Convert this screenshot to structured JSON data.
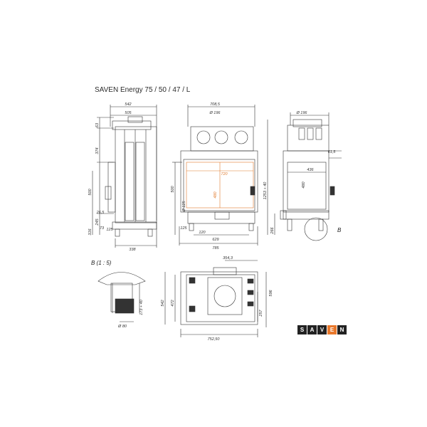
{
  "title": "SAVEN Energy 75 / 50 / 47 / L",
  "detail_label": "B (1 : 5)",
  "detail_marker": "B",
  "logo": {
    "letters": [
      "S",
      "A",
      "V",
      "E",
      "N"
    ],
    "accent_index": 3,
    "accent_color": "#e8782c",
    "base_color": "#222222"
  },
  "side_view": {
    "width_total": "542",
    "width_inner": "505",
    "top_h": "63",
    "upper_h": "374",
    "mid_h": "500",
    "low_h": "245",
    "low_h2": "316",
    "low_dim": "26,5",
    "foot_h": "73",
    "foot_w": "125",
    "depth": "338"
  },
  "front_view": {
    "width_top": "708,5",
    "flue_diam": "Ø 196",
    "glass_w": "720",
    "glass_h": "480",
    "height_500": "500",
    "inner_125": "Ø 125",
    "foot_125": "125",
    "foot_120": "120",
    "bottom_w": "629",
    "base_w": "785",
    "total_h": "1253 + 40"
  },
  "right_view": {
    "flue_diam": "Ø 196",
    "offset": "61,5",
    "door_w": "436",
    "door_h": "480",
    "low_h": "266"
  },
  "detail_b": {
    "height": "173 + 40",
    "diam": "Ø 80"
  },
  "top_view": {
    "offset": "354,3",
    "depth": "542",
    "inner_depth": "472",
    "right_depth": "596",
    "right_inner": "257",
    "width": "752,50"
  }
}
